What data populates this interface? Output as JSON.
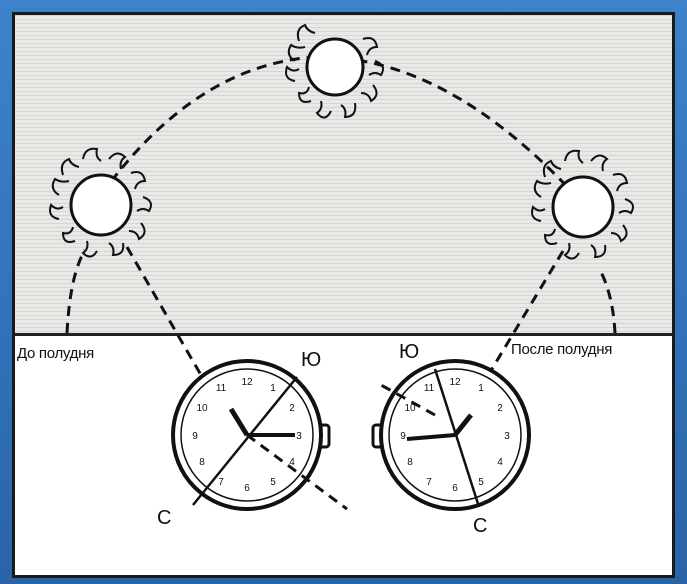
{
  "labels": {
    "before_noon": "До полудня",
    "after_noon": "После полудня",
    "south_left": "Ю",
    "north_left": "С",
    "south_right": "Ю",
    "north_right": "С"
  },
  "icons": {
    "sun": "sun-icon",
    "watch": "watch-icon"
  },
  "colors": {
    "frame": "#2f6fb4",
    "ink": "#111111",
    "sky_lines": "#d6d6d3"
  }
}
